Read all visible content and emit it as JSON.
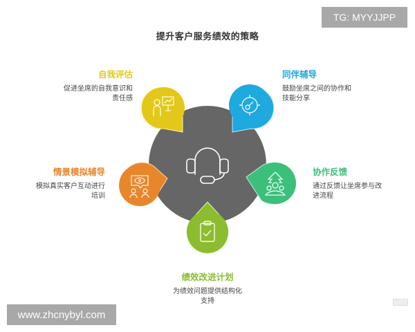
{
  "title": "提升客户服务绩效的策略",
  "watermarks": {
    "top_right": "TG: MYYJJPP",
    "bottom_left": "www.zhcnybyl.com"
  },
  "center": {
    "icon": "headset-icon",
    "color": "#666666"
  },
  "items": [
    {
      "title": "自我评估",
      "desc_line1": "促进坐席的自我意识和",
      "desc_line2": "责任感",
      "color": "#e3c81a",
      "icon": "presenter-chart-icon"
    },
    {
      "title": "同伴辅导",
      "desc_line1": "鼓励坐席之间的协作和",
      "desc_line2": "技能分享",
      "color": "#1ea9df",
      "icon": "target-gauge-icon"
    },
    {
      "title": "情景模拟辅导",
      "desc_line1": "模拟真实客户互动进行",
      "desc_line2": "培训",
      "color": "#e8862c",
      "icon": "eye-conversation-icon"
    },
    {
      "title": "协作反馈",
      "desc_line1": "通过反馈让坐席参与改",
      "desc_line2": "进流程",
      "color": "#3dbf7c",
      "icon": "team-growth-icon"
    },
    {
      "title": "绩效改进计划",
      "desc_line1": "为绩效问题提供结构化",
      "desc_line2": "支持",
      "color": "#8cbc30",
      "icon": "clipboard-check-icon"
    }
  ]
}
